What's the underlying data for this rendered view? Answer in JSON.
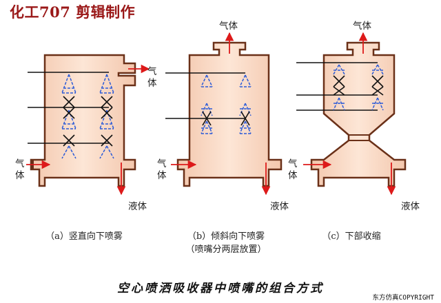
{
  "header": {
    "text": "化工707 剪辑制作"
  },
  "panels": [
    {
      "gas_out": "气体",
      "gas_in": "气体",
      "liquid": "液体",
      "caption_1": "（a）竖直向下喷雾",
      "caption_2": ""
    },
    {
      "gas_out": "气体",
      "gas_in": "气体",
      "liquid": "液体",
      "caption_1": "（b）倾斜向下喷雾",
      "caption_2": "（喷嘴分两层放置）"
    },
    {
      "gas_out": "气体",
      "gas_in": "气体",
      "liquid": "液体",
      "caption_1": "（c）下部收缩",
      "caption_2": ""
    }
  ],
  "title": "空心喷洒吸收器中喷嘴的组合方式",
  "copyright": "东方仿真COPYRIGHT",
  "colors": {
    "wall": "#6a3018",
    "fill": "#f8d8c4",
    "spray": "#2a5ad8",
    "arrow": "#dd1a1a",
    "header": "#9a1818"
  }
}
